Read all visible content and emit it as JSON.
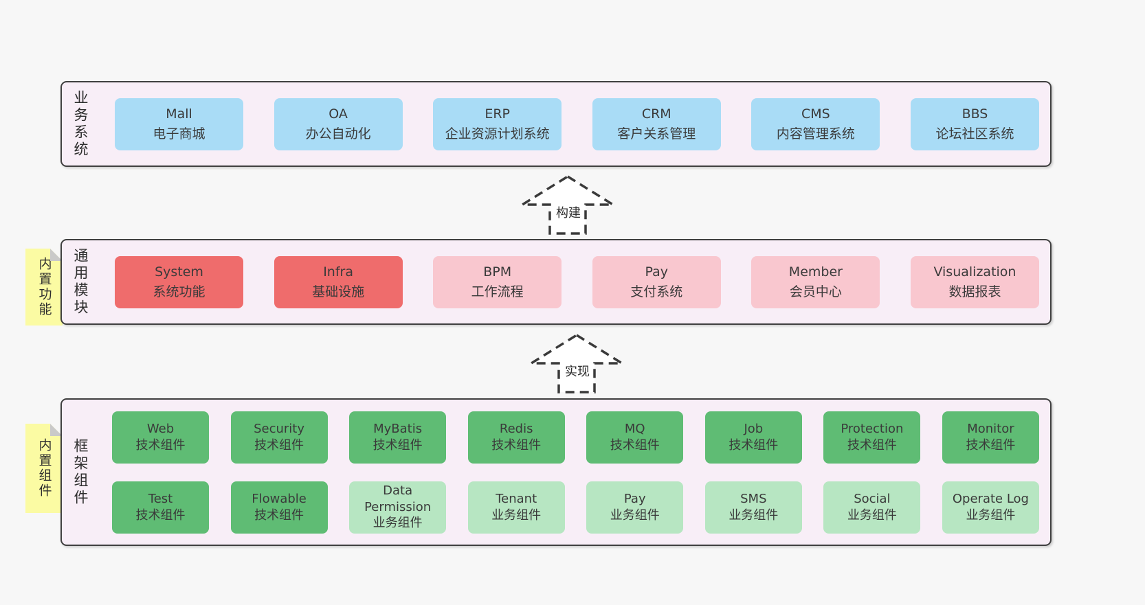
{
  "bands": [
    {
      "label": "业务系统",
      "boxes": [
        {
          "name": "Mall",
          "desc": "电子商城"
        },
        {
          "name": "OA",
          "desc": "办公自动化"
        },
        {
          "name": "ERP",
          "desc": "企业资源计划系统"
        },
        {
          "name": "CRM",
          "desc": "客户关系管理"
        },
        {
          "name": "CMS",
          "desc": "内容管理系统"
        },
        {
          "name": "BBS",
          "desc": "论坛社区系统"
        }
      ]
    },
    {
      "label": "通用模块",
      "boxes": [
        {
          "name": "System",
          "desc": "系统功能"
        },
        {
          "name": "Infra",
          "desc": "基础设施"
        },
        {
          "name": "BPM",
          "desc": "工作流程"
        },
        {
          "name": "Pay",
          "desc": "支付系统"
        },
        {
          "name": "Member",
          "desc": "会员中心"
        },
        {
          "name": "Visualization",
          "desc": "数据报表"
        }
      ]
    },
    {
      "label": "框架组件",
      "rows": [
        [
          {
            "name": "Web",
            "desc": "技术组件"
          },
          {
            "name": "Security",
            "desc": "技术组件"
          },
          {
            "name": "MyBatis",
            "desc": "技术组件"
          },
          {
            "name": "Redis",
            "desc": "技术组件"
          },
          {
            "name": "MQ",
            "desc": "技术组件"
          },
          {
            "name": "Job",
            "desc": "技术组件"
          },
          {
            "name": "Protection",
            "desc": "技术组件"
          },
          {
            "name": "Monitor",
            "desc": "技术组件"
          }
        ],
        [
          {
            "name": "Test",
            "desc": "技术组件"
          },
          {
            "name": "Flowable",
            "desc": "技术组件"
          },
          {
            "name": "Data Permission",
            "desc": "业务组件"
          },
          {
            "name": "Tenant",
            "desc": "业务组件"
          },
          {
            "name": "Pay",
            "desc": "业务组件"
          },
          {
            "name": "SMS",
            "desc": "业务组件"
          },
          {
            "name": "Social",
            "desc": "业务组件"
          },
          {
            "name": "Operate Log",
            "desc": "业务组件"
          }
        ]
      ]
    }
  ],
  "stickies": [
    {
      "label": "内置功能"
    },
    {
      "label": "内置组件"
    }
  ],
  "arrows": [
    {
      "label": "构建"
    },
    {
      "label": "实现"
    }
  ],
  "colors": {
    "background": "#f7f7f7",
    "band_fill": "#f8eef7",
    "band_border": "#3f3f3f",
    "blue_box": "#a9dcf6",
    "red_box": "#ef6c6c",
    "pink_box": "#f9c7cf",
    "green_box": "#5fbc74",
    "light_green_box": "#b7e6c2",
    "sticky_yellow": "#fbfba3",
    "fold_gray": "#c9c9c9",
    "text": "#3a3a3a"
  }
}
